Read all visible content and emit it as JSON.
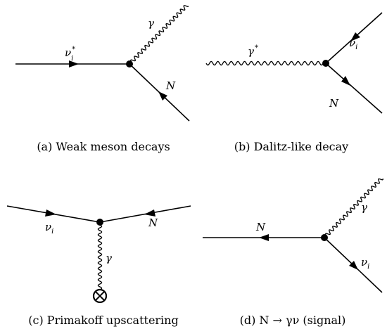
{
  "panels": {
    "a": {
      "caption": "(a) Weak meson decays",
      "labels": {
        "nu_star_base": "ν",
        "nu_star_sup": "*",
        "nu_star_sub": "i",
        "gamma": "γ",
        "N": "N"
      }
    },
    "b": {
      "caption": "(b) Dalitz-like decay",
      "labels": {
        "gamma_star_base": "γ",
        "gamma_star_sup": "*",
        "nu_base": "ν",
        "nu_sub": "i",
        "N": "N"
      }
    },
    "c": {
      "caption": "(c) Primakoff upscattering",
      "labels": {
        "nu_base": "ν",
        "nu_sub": "i",
        "N": "N",
        "gamma": "γ"
      }
    },
    "d": {
      "caption": "(d) N → γν (signal)",
      "labels": {
        "N": "N",
        "gamma": "γ",
        "nu_base": "ν",
        "nu_sub": "i"
      }
    }
  }
}
